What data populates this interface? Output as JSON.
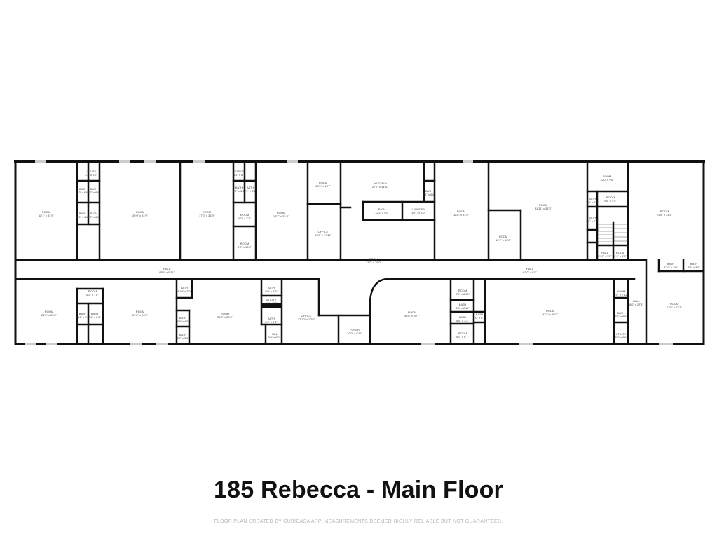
{
  "title": "185 Rebecca - Main Floor",
  "footer": "FLOOR PLAN CREATED BY CUBICASA APP. MEASUREMENTS DEEMED HIGHLY RELIABLE BUT NOT GUARANTEED.",
  "rooms": [
    {
      "name": "ROOM",
      "dims": "18'1\" x 31'9\""
    },
    {
      "name": "UTILITY",
      "dims": "3'2\" x 6'0\""
    },
    {
      "name": "BATH",
      "dims": "4'0\" x 6'6\""
    },
    {
      "name": "BATH",
      "dims": "3'2\" x 6'6\""
    },
    {
      "name": "BATH",
      "dims": "3'0\" x 6'6\""
    },
    {
      "name": "BATH",
      "dims": "3'2\" x 6'6\""
    },
    {
      "name": "ROOM",
      "dims": "26'0\" x 31'9\""
    },
    {
      "name": "ROOM",
      "dims": "17'0\" x 31'9\""
    },
    {
      "name": "UTILITY",
      "dims": "3'2\" x 6'1\""
    },
    {
      "name": "BATH",
      "dims": "3'2\" x 6'1\""
    },
    {
      "name": "BATH",
      "dims": "3'1\" x 6'1\""
    },
    {
      "name": "ROOM",
      "dims": "6'0\" x 7'7\""
    },
    {
      "name": "ROOM",
      "dims": "6'0\" x 10'8\""
    },
    {
      "name": "ROOM",
      "dims": "18'7\" x 31'8\""
    },
    {
      "name": "ROOM",
      "dims": "10'0\" x 13'7\""
    },
    {
      "name": "OFFICE",
      "dims": "10'0\" x 17'11\""
    },
    {
      "name": "KITCHEN",
      "dims": "27'2\" x 14'10\""
    },
    {
      "name": "BATH",
      "dims": "3'1\" x 6'8\""
    },
    {
      "name": "BATH",
      "dims": "12'2\" x 5'0\""
    },
    {
      "name": "LAUNDRY",
      "dims": "10'1\" x 3'0\""
    },
    {
      "name": "ROOM",
      "dims": "18'8\" x 31'5\""
    },
    {
      "name": "ROOM",
      "dims": "31'11\" x 31'0\""
    },
    {
      "name": "ROOM",
      "dims": "10'1\" x 15'0\""
    },
    {
      "name": "ROOM",
      "dims": "12'0\" x 9'6\""
    },
    {
      "name": "BATH",
      "dims": "3'0\" x 4'0\""
    },
    {
      "name": "ROOM",
      "dims": "9'6\" x 4'5\""
    },
    {
      "name": "BATH",
      "dims": "3'0\" x 7'3\""
    },
    {
      "name": "HALL",
      "dims": "6'10\" x 5'2\""
    },
    {
      "name": "ROOM",
      "dims": "4'4\" x 4'8\""
    },
    {
      "name": "ROOM",
      "dims": "23'6\" x 31'5\""
    },
    {
      "name": "HALL",
      "dims": "98'4\" x 5'11\""
    },
    {
      "name": "ROOM",
      "dims": "27'0\" x 38'0\""
    },
    {
      "name": "HALL",
      "dims": "62'0\" x 6'3\""
    },
    {
      "name": "BATH",
      "dims": "5'10\" x 3'0\""
    },
    {
      "name": "BATH",
      "dims": "3'6\" x 3'0\""
    },
    {
      "name": "ROOM",
      "dims": "21'0\" x 20'0\""
    },
    {
      "name": "ROOM",
      "dims": "6'2\" x 7'6\""
    },
    {
      "name": "BATH",
      "dims": "2'11\" x 6'1\""
    },
    {
      "name": "BATH",
      "dims": "3'1\" x 6'0\""
    },
    {
      "name": "ROOM",
      "dims": "24'2\" x 20'6\""
    },
    {
      "name": "BATH",
      "dims": "4'10\" x 3'0\""
    },
    {
      "name": "BATH",
      "dims": "3'9\" x 4'0\""
    },
    {
      "name": "BATH",
      "dims": "3'0\" x 3'0\""
    },
    {
      "name": "ROOM",
      "dims": "26'0\" x 20'6\""
    },
    {
      "name": "BATH",
      "dims": "6'0\" x 5'2\""
    },
    {
      "name": "UTILITY",
      "dims": "6'0\" x 3'0\""
    },
    {
      "name": "BATH",
      "dims": "6'0\" x 4'8\""
    },
    {
      "name": "HALL",
      "dims": "5'0\" x 6'0\""
    },
    {
      "name": "OFFICE",
      "dims": "17'10\" x 20'8\""
    },
    {
      "name": "FOYER",
      "dims": "10'0\" x 8'11\""
    },
    {
      "name": "ROOM",
      "dims": "36'8\" x 20'7\""
    },
    {
      "name": "ROOM",
      "dims": "6'0\" x 6'10\""
    },
    {
      "name": "BATH",
      "dims": "6'0\" x 2'11\""
    },
    {
      "name": "BATH",
      "dims": "6'6\" x 3'2\""
    },
    {
      "name": "ROOM",
      "dims": "6'0\" x 6'7\""
    },
    {
      "name": "BATH",
      "dims": "1'0\" x 5'1\""
    },
    {
      "name": "ROOM",
      "dims": "42'2\" x 20'7\""
    },
    {
      "name": "ROOM",
      "dims": "3'6\" x 7'11\""
    },
    {
      "name": "BATH",
      "dims": "3'6\" x 6'6\""
    },
    {
      "name": "UTILITY",
      "dims": "3'6\" x 6'6\""
    },
    {
      "name": "HALL",
      "dims": "6'0\" x 27'1\""
    },
    {
      "name": "ROOM",
      "dims": "17'6\" x 27'1\""
    }
  ]
}
